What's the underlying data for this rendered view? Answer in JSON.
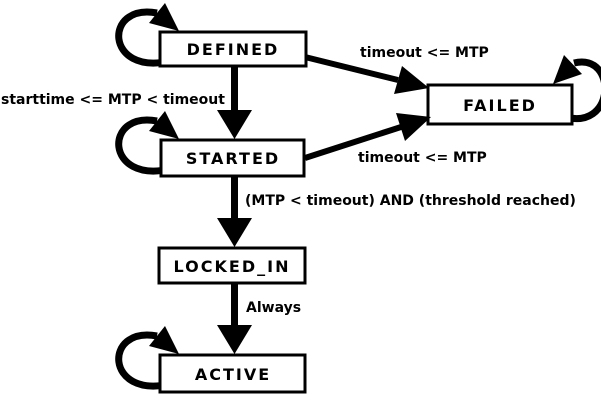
{
  "diagram": {
    "type": "state-machine",
    "background_color": "#ffffff",
    "line_color": "#000000",
    "text_color": "#000000",
    "state_fill_color": "#ffffff",
    "states": [
      {
        "id": "DEFINED",
        "label": "DEFINED",
        "has_self_loop": true,
        "self_loop_side": "left"
      },
      {
        "id": "STARTED",
        "label": "STARTED",
        "has_self_loop": true,
        "self_loop_side": "left"
      },
      {
        "id": "FAILED",
        "label": "FAILED",
        "has_self_loop": true,
        "self_loop_side": "right"
      },
      {
        "id": "LOCKED_IN",
        "label": "LOCKED_IN",
        "has_self_loop": false,
        "self_loop_side": null
      },
      {
        "id": "ACTIVE",
        "label": "ACTIVE",
        "has_self_loop": true,
        "self_loop_side": "left"
      }
    ],
    "transitions": [
      {
        "from": "DEFINED",
        "to": "STARTED",
        "label": "starttime <= MTP < timeout"
      },
      {
        "from": "DEFINED",
        "to": "FAILED",
        "label": "timeout <= MTP"
      },
      {
        "from": "STARTED",
        "to": "FAILED",
        "label": "timeout <= MTP"
      },
      {
        "from": "STARTED",
        "to": "LOCKED_IN",
        "label": "(MTP < timeout) AND (threshold reached)"
      },
      {
        "from": "LOCKED_IN",
        "to": "ACTIVE",
        "label": "Always"
      }
    ]
  }
}
